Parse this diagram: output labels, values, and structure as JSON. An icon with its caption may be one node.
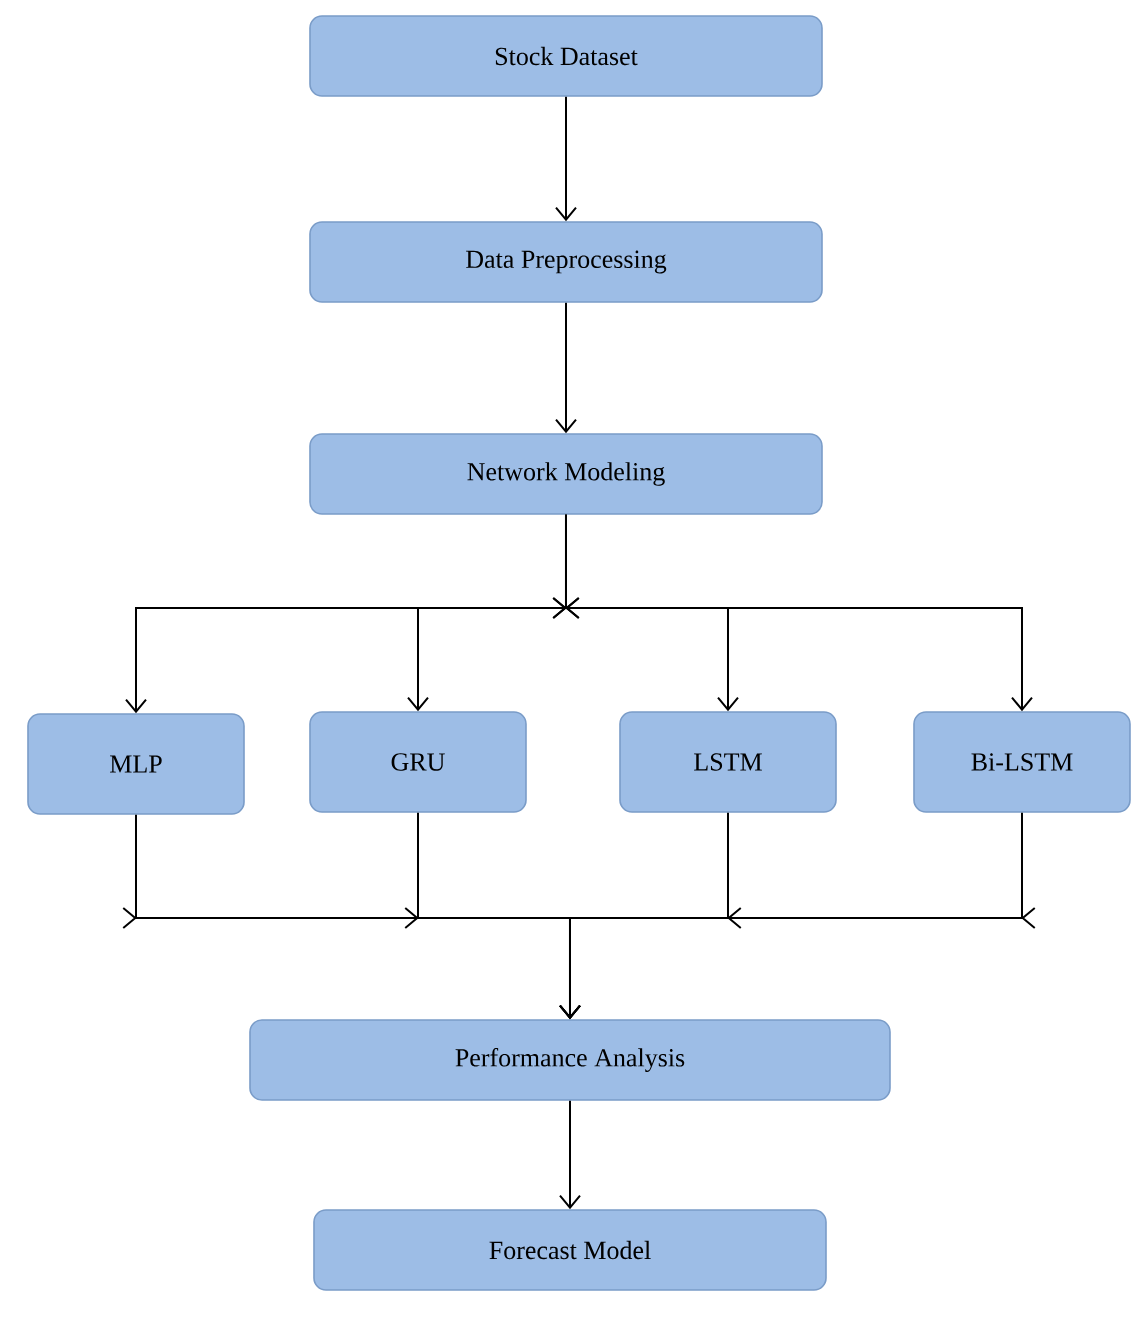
{
  "diagram": {
    "nodes": [
      {
        "text": [
          "Stock Dataset"
        ]
      },
      {
        "text": [
          "Data Preprocessing"
        ]
      },
      {
        "text": [
          "Network Modeling"
        ]
      },
      {
        "text": [
          "MLP"
        ]
      },
      {
        "text": [
          "GRU"
        ]
      },
      {
        "text": [
          "LSTM"
        ]
      },
      {
        "text": [
          "Bi-LSTM"
        ]
      },
      {
        "text": [
          "Performance Analysis"
        ]
      },
      {
        "text": [
          "Forecast Model"
        ]
      }
    ],
    "edges": [
      {
        "from": 0,
        "to": 1,
        "arrow": "to"
      },
      {
        "from": 1,
        "to": 2,
        "arrow": "to"
      },
      {
        "from": 2,
        "to": 3,
        "arrow": "to"
      },
      {
        "from": 2,
        "to": 4,
        "arrow": "to"
      },
      {
        "from": 2,
        "to": 5,
        "arrow": "to"
      },
      {
        "from": 2,
        "to": 6,
        "arrow": "to"
      },
      {
        "from": 3,
        "to": 7,
        "arrow": "to"
      },
      {
        "from": 4,
        "to": 7,
        "arrow": "to"
      },
      {
        "from": 5,
        "to": 7,
        "arrow": "to"
      },
      {
        "from": 6,
        "to": 7,
        "arrow": "to"
      },
      {
        "from": 7,
        "to": 8,
        "arrow": "to"
      }
    ]
  }
}
